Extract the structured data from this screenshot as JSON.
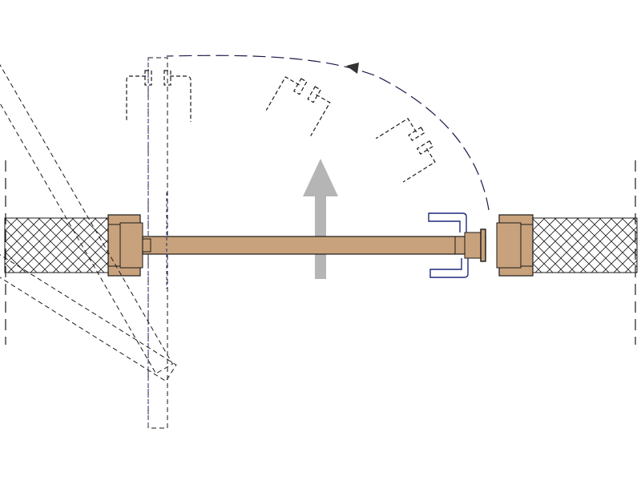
{
  "diagram": {
    "type": "door-swing-plan",
    "colors": {
      "background": "#ffffff",
      "door_leaf": "#c8a27c",
      "outline": "#1a1a1a",
      "wall_hatch": "#1a1a1a",
      "ghost_line": "#1a1a1a",
      "hinge_axis_line": "#1f2a7a",
      "handle_stroke": "#1f2a7a",
      "swing_arc": "#1a1a4a",
      "direction_arrow": "#b5b5b5"
    },
    "swing_positions_deg": [
      90,
      60,
      30,
      0
    ],
    "icons": {
      "direction": "push-arrow-icon",
      "handle": "lever-handle-icon",
      "swing": "swing-arc-icon"
    }
  }
}
